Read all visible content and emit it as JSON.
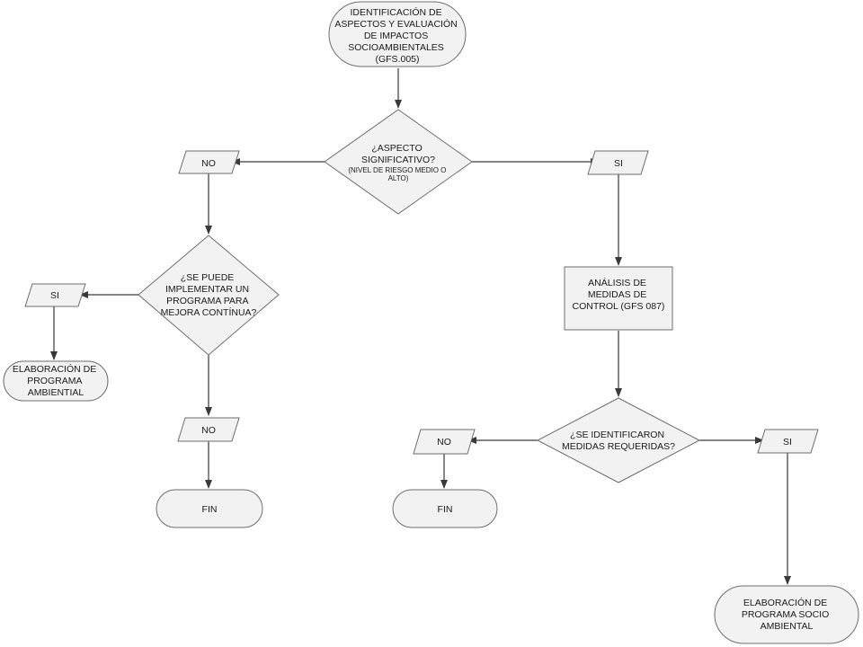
{
  "nodes": {
    "start": {
      "lines": [
        "IDENTIFICACIÓN DE",
        "ASPECTOS Y EVALUACIÓN",
        "DE IMPACTOS",
        "SOCIOAMBIENTALES",
        "(GFS.005)"
      ]
    },
    "decision1": {
      "lines": [
        "¿ASPECTO",
        "SIGNIFICATIVO?"
      ],
      "sub": [
        "(NIVEL DE RIESGO MEDIO O",
        "ALTO)"
      ]
    },
    "no1": {
      "lines": [
        "NO"
      ]
    },
    "si1": {
      "lines": [
        "SI"
      ]
    },
    "decision2": {
      "lines": [
        "¿SE PUEDE",
        "IMPLEMENTAR UN",
        "PROGRAMA PARA",
        "MEJORA CONTÍNUA?"
      ]
    },
    "si2": {
      "lines": [
        "SI"
      ]
    },
    "elab1": {
      "lines": [
        "ELABORACIÓN DE",
        "PROGRAMA",
        "AMBIENTIAL"
      ]
    },
    "no2": {
      "lines": [
        "NO"
      ]
    },
    "fin1": {
      "lines": [
        "FIN"
      ]
    },
    "analisis": {
      "lines": [
        "ANÁLISIS DE",
        "MEDIDAS DE",
        "CONTROL (GFS 087)"
      ]
    },
    "decision3": {
      "lines": [
        "¿SE IDENTIFICARON",
        "MEDIDAS REQUERIDAS?"
      ]
    },
    "no3": {
      "lines": [
        "NO"
      ]
    },
    "fin2": {
      "lines": [
        "FIN"
      ]
    },
    "si3": {
      "lines": [
        "SI"
      ]
    },
    "elab2": {
      "lines": [
        "ELABORACIÓN DE",
        "PROGRAMA SOCIO",
        "AMBIENTAL"
      ]
    }
  }
}
